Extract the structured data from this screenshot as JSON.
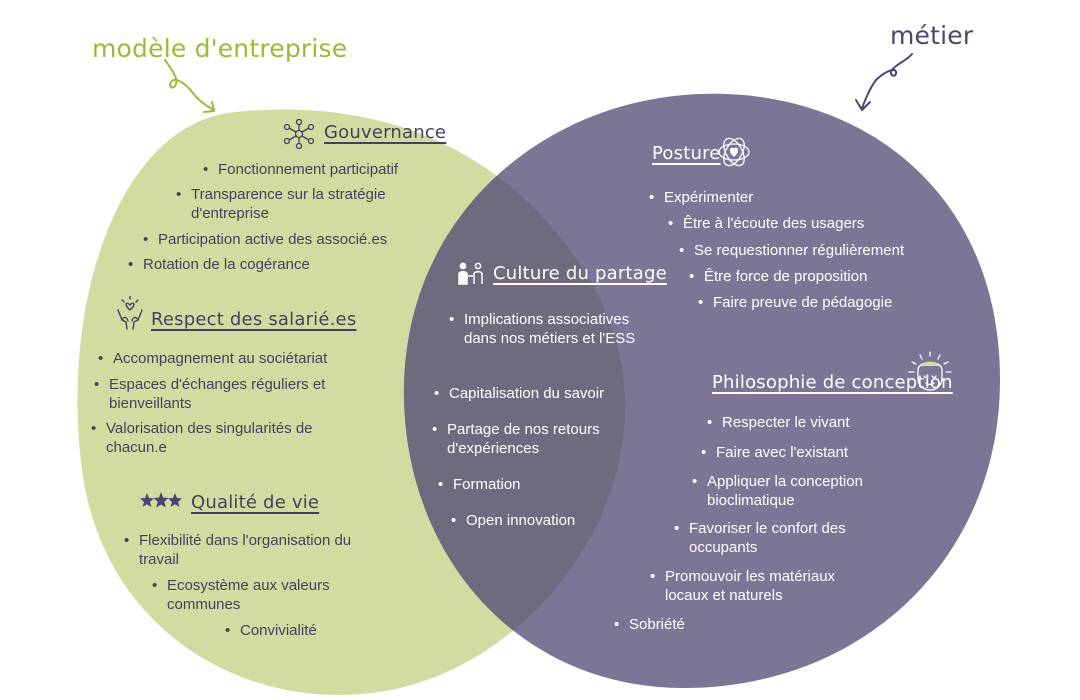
{
  "labels": {
    "left": "modèle d'entreprise",
    "right": "métier"
  },
  "sections": {
    "gouvernance": {
      "title": "Gouvernance",
      "icon": "network-icon",
      "items": [
        "Fonctionnement participatif",
        "Transparence sur la stratégie d'entreprise",
        "Participation active des associé.es",
        "Rotation de la cogérance"
      ]
    },
    "respect": {
      "title": "Respect des salarié.es",
      "icon": "raised-hands-heart-icon",
      "items": [
        "Accompagnement au sociétariat",
        "Espaces d'échanges réguliers et bienveillants",
        "Valorisation des singularités de chacun.e"
      ]
    },
    "qualite": {
      "title": "Qualité de vie",
      "icon": "three-stars-icon",
      "items": [
        "Flexibilité dans l'organisation du travail",
        "Ecosystème aux valeurs communes",
        "Convivialité"
      ]
    },
    "culture": {
      "title": "Culture du partage",
      "icon": "people-sharing-icon",
      "items": [
        "Implications associatives dans nos métiers et l'ESS",
        "Capitalisation du savoir",
        "Partage de nos retours d'expériences",
        "Formation",
        "Open innovation"
      ]
    },
    "posture": {
      "title": "Posture",
      "icon": "heart-mandala-icon",
      "items": [
        "Expérimenter",
        "Être à l'écoute des usagers",
        "Se requestionner régulièrement",
        "Être force de proposition",
        "Faire preuve de pédagogie"
      ]
    },
    "philosophie": {
      "title": "Philosophie de conception",
      "icon": "head-mind-icon",
      "items": [
        "Respecter le vivant",
        "Faire avec l'existant",
        "Appliquer la conception bioclimatique",
        "Favoriser le confort des occupants",
        "Promouvoir les matériaux locaux et naturels",
        "Sobriété"
      ]
    }
  },
  "colors": {
    "green": "#d2dca0",
    "purple": "#7d7595",
    "overlap": "#706a7f",
    "accent_green": "#9bba3a",
    "dark_text": "#45405f"
  }
}
